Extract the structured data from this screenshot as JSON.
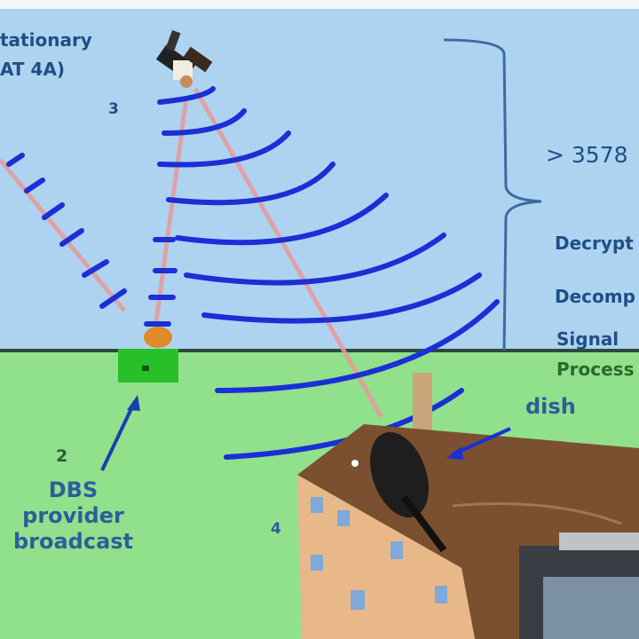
{
  "sky_labels": {
    "satellite_name_line1": "tationary",
    "satellite_name_line2": "AT 4A)",
    "step3": "3",
    "distance": "> 3578",
    "decrypt": "Decrypt",
    "decompress": "Decomp",
    "signal": "Signal",
    "processing": "Process"
  },
  "ground_labels": {
    "dish": "dish",
    "step2": "2",
    "provider_line1": "DBS",
    "provider_line2": "provider",
    "provider_line3": "broadcast",
    "step4": "4"
  },
  "colors": {
    "sky": "#aed3f0",
    "ground": "#90e08c",
    "wave": "#1a2fd6",
    "beam": "#e79a9a"
  }
}
